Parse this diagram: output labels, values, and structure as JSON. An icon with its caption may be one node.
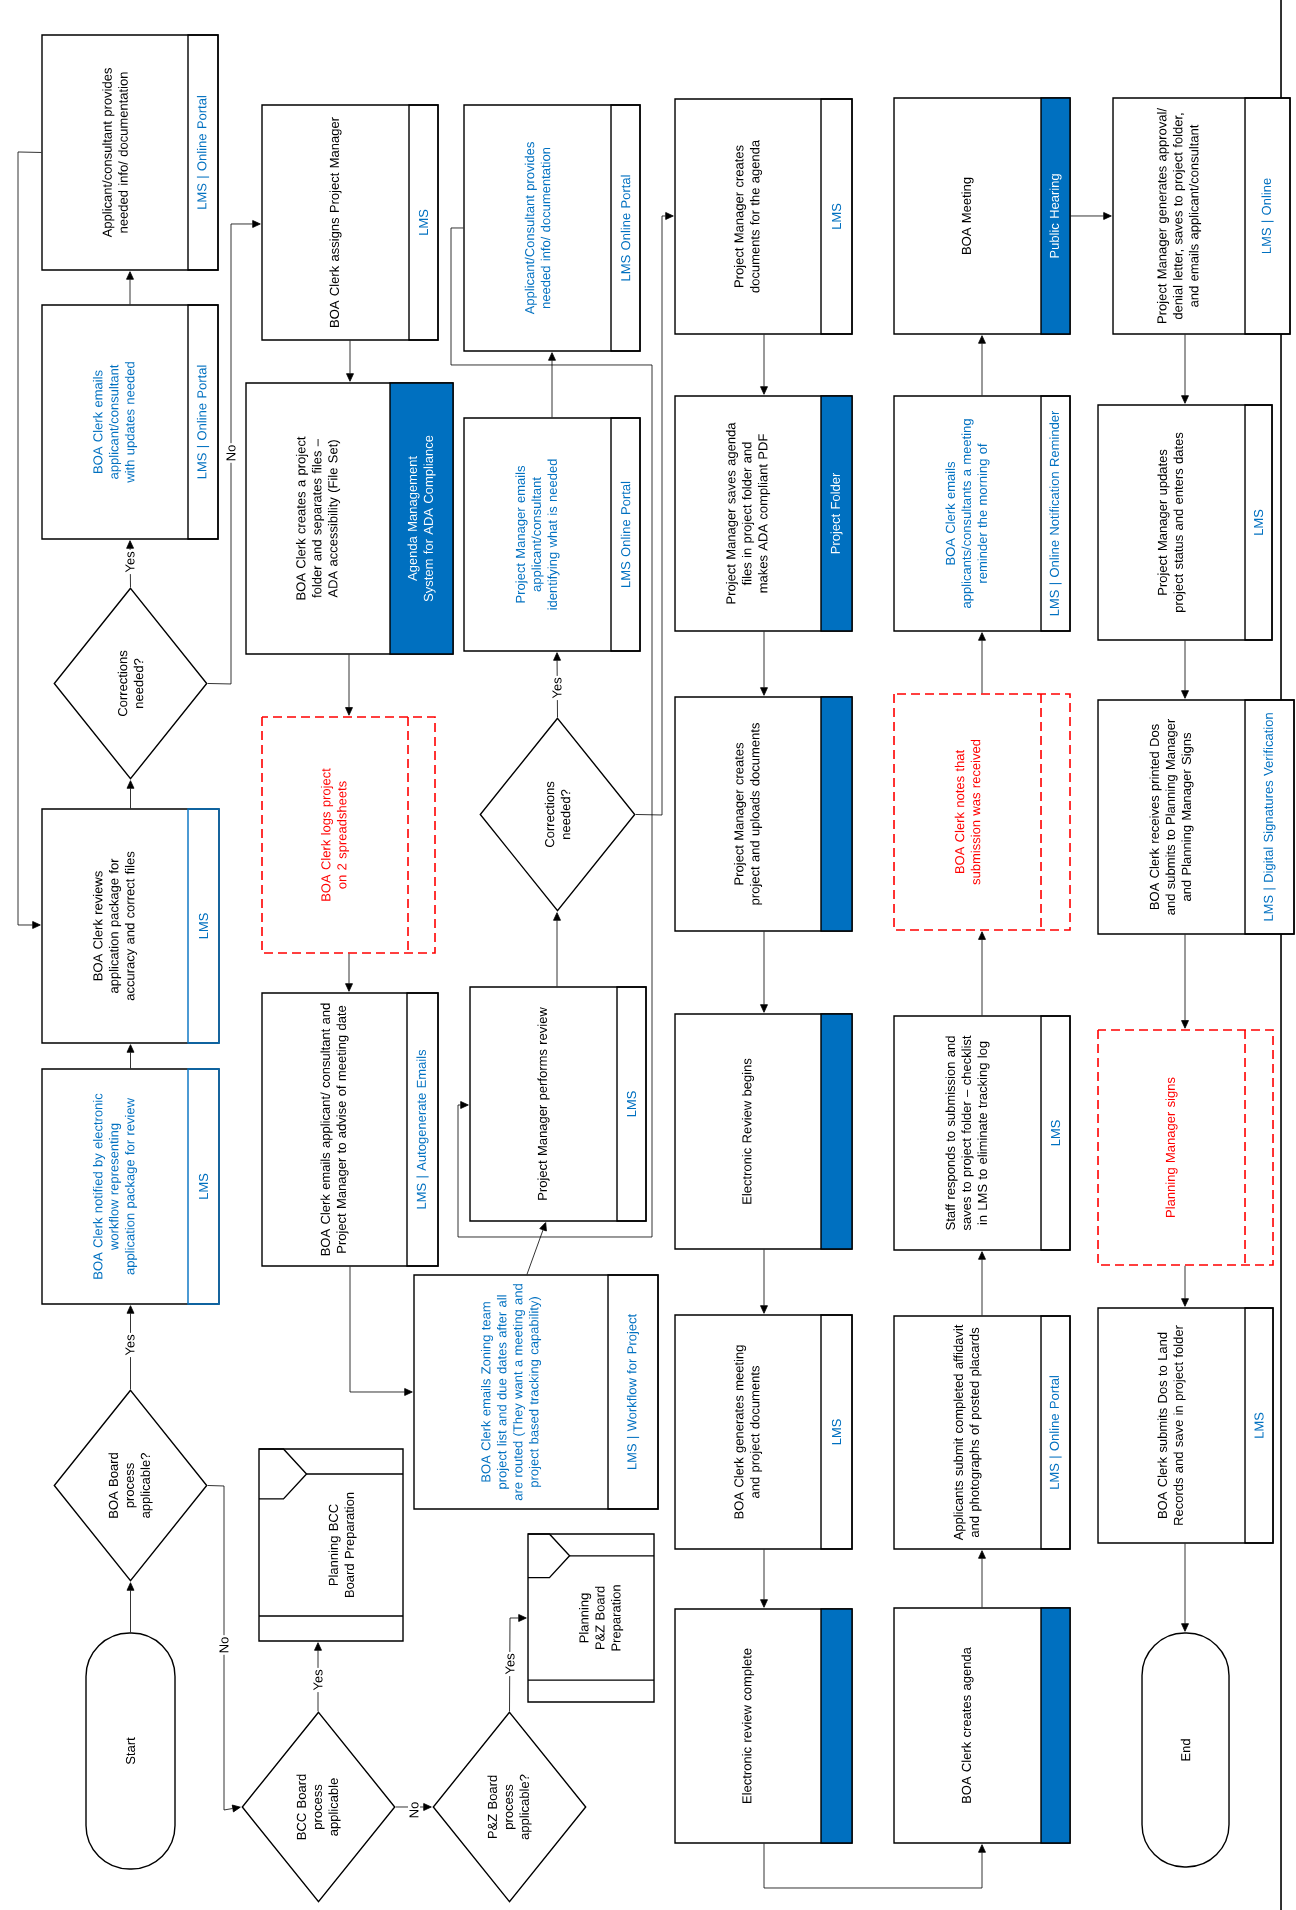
{
  "diagram": {
    "nodes": [
      {
        "text": [
          "Start"
        ]
      },
      {
        "text": [
          "BOA Board process applicable?"
        ]
      },
      {
        "text": [
          "BOA Clerk notified by electronic workflow representing application package for review",
          "LMS"
        ]
      },
      {
        "text": [
          "BOA Clerk reviews application package for accuracy and correct files",
          "LMS"
        ]
      },
      {
        "text": [
          "Corrections needed?"
        ]
      },
      {
        "text": [
          "BOA Clerk emails applicant/consultant with updates needed",
          "LMS | Online Portal"
        ]
      },
      {
        "text": [
          "Applicant/consultant provides needed info/ documentation",
          "LMS | Online Portal"
        ]
      },
      {
        "text": [
          "BCC Board process applicable"
        ]
      },
      {
        "text": [
          "Planning BCC Board Preparation"
        ]
      },
      {
        "text": [
          "BOA Clerk emails applicant/ consultant and Project Manager to advise of meeting date",
          "LMS | Autogenerate Emails"
        ]
      },
      {
        "text": [
          "BOA Clerk logs project on 2 spreadsheets"
        ]
      },
      {
        "text": [
          "BOA Clerk creates a project folder and separates files – ADA accessibility (File Set)",
          "Agenda Management System for ADA Compliance"
        ]
      },
      {
        "text": [
          "BOA Clerk assigns Project Manager",
          "LMS"
        ]
      },
      {
        "text": [
          "P&Z Board process applicable?"
        ]
      },
      {
        "text": [
          "Planning P&Z Board Preparation"
        ]
      },
      {
        "text": [
          "BOA Clerk emails Zoning team project list and due dates after all are routed (They want a meeting and project based tracking capability)",
          "LMS | Workflow for Project"
        ]
      },
      {
        "text": [
          "Project Manager performs review",
          "LMS"
        ]
      },
      {
        "text": [
          "Corrections needed?"
        ]
      },
      {
        "text": [
          "Project Manager emails applicant/consultant identifying what is needed",
          "LMS Online Portal"
        ]
      },
      {
        "text": [
          "Applicant/Consultant provides needed info/ documentation",
          "LMS Online Portal"
        ]
      },
      {
        "text": [
          "Electronic review complete"
        ]
      },
      {
        "text": [
          "BOA Clerk generates meeting and project documents",
          "LMS"
        ]
      },
      {
        "text": [
          "Electronic Review begins"
        ]
      },
      {
        "text": [
          "Project Manager creates project and uploads documents"
        ]
      },
      {
        "text": [
          "Project Manager saves agenda files in project folder and makes ADA compliant PDF",
          "Project Folder"
        ]
      },
      {
        "text": [
          "Project Manager creates documents for the agenda",
          "LMS"
        ]
      },
      {
        "text": [
          "BOA Clerk creates agenda"
        ]
      },
      {
        "text": [
          "Applicants submit completed affidavit and photographs of posted placards",
          "LMS | Online Portal"
        ]
      },
      {
        "text": [
          "Staff responds to submission and saves to project folder – checklist in LMS to eliminate tracking log",
          "LMS"
        ]
      },
      {
        "text": [
          "BOA Clerk notes that submission was received"
        ]
      },
      {
        "text": [
          "BOA Clerk emails applicants/consultants a meeting reminder the morning of",
          "LMS | Online Notification Reminder"
        ]
      },
      {
        "text": [
          "BOA Meeting",
          "Public Hearing"
        ]
      },
      {
        "text": [
          "End"
        ]
      },
      {
        "text": [
          "BOA Clerk submits Dos to Land Records and save in project folder",
          "LMS"
        ]
      },
      {
        "text": [
          "Planning Manager signs"
        ]
      },
      {
        "text": [
          "BOA Clerk receives printed Dos and submits to Planning Manager and Planning Manager Signs",
          "LMS | Digital Signatures Verification"
        ]
      },
      {
        "text": [
          "Project Manager updates project status and enters dates",
          "LMS"
        ]
      },
      {
        "text": [
          "Project Manager generates approval/ denial letter, saves to project folder, and emails applicant/consultant",
          "LMS | Online"
        ]
      }
    ],
    "edges": [
      {
        "from": 0,
        "to": 1,
        "arrow": "to"
      },
      {
        "from": 1,
        "to": 2,
        "arrow": "to",
        "label": "Yes"
      },
      {
        "from": 1,
        "to": 7,
        "arrow": "to",
        "label": "No"
      },
      {
        "from": 7,
        "to": 8,
        "arrow": "to",
        "label": "Yes"
      },
      {
        "from": 7,
        "to": 13,
        "arrow": "to",
        "label": "No"
      },
      {
        "from": 13,
        "to": 14,
        "arrow": "to",
        "label": "Yes"
      },
      {
        "from": 2,
        "to": 3,
        "arrow": "to"
      },
      {
        "from": 3,
        "to": 4,
        "arrow": "to"
      },
      {
        "from": 4,
        "to": 5,
        "arrow": "to",
        "label": "Yes"
      },
      {
        "from": 4,
        "to": 12,
        "arrow": "to",
        "label": "No"
      },
      {
        "from": 5,
        "to": 6,
        "arrow": "to"
      },
      {
        "from": 6,
        "to": 3,
        "arrow": "to"
      },
      {
        "from": 12,
        "to": 11,
        "arrow": "to"
      },
      {
        "from": 11,
        "to": 10,
        "arrow": "to"
      },
      {
        "from": 10,
        "to": 9,
        "arrow": "to"
      },
      {
        "from": 9,
        "to": 15,
        "arrow": "to"
      },
      {
        "from": 15,
        "to": 16,
        "arrow": "to"
      },
      {
        "from": 16,
        "to": 17,
        "arrow": "to"
      },
      {
        "from": 17,
        "to": 18,
        "arrow": "to",
        "label": "Yes"
      },
      {
        "from": 18,
        "to": 19,
        "arrow": "to"
      },
      {
        "from": 19,
        "to": 16,
        "arrow": "to"
      },
      {
        "from": 17,
        "to": 25,
        "arrow": "to"
      },
      {
        "from": 25,
        "to": 24,
        "arrow": "to"
      },
      {
        "from": 24,
        "to": 23,
        "arrow": "to"
      },
      {
        "from": 23,
        "to": 22,
        "arrow": "to"
      },
      {
        "from": 22,
        "to": 21,
        "arrow": "to"
      },
      {
        "from": 21,
        "to": 20,
        "arrow": "to"
      },
      {
        "from": 20,
        "to": 26,
        "arrow": "to"
      },
      {
        "from": 26,
        "to": 27,
        "arrow": "to"
      },
      {
        "from": 27,
        "to": 28,
        "arrow": "to"
      },
      {
        "from": 28,
        "to": 29,
        "arrow": "to"
      },
      {
        "from": 29,
        "to": 30,
        "arrow": "to"
      },
      {
        "from": 30,
        "to": 31,
        "arrow": "to"
      },
      {
        "from": 31,
        "to": 37,
        "arrow": "to"
      },
      {
        "from": 37,
        "to": 36,
        "arrow": "to"
      },
      {
        "from": 36,
        "to": 35,
        "arrow": "to"
      },
      {
        "from": 35,
        "to": 34,
        "arrow": "to"
      },
      {
        "from": 34,
        "to": 33,
        "arrow": "to"
      },
      {
        "from": 33,
        "to": 32,
        "arrow": "to"
      }
    ]
  }
}
